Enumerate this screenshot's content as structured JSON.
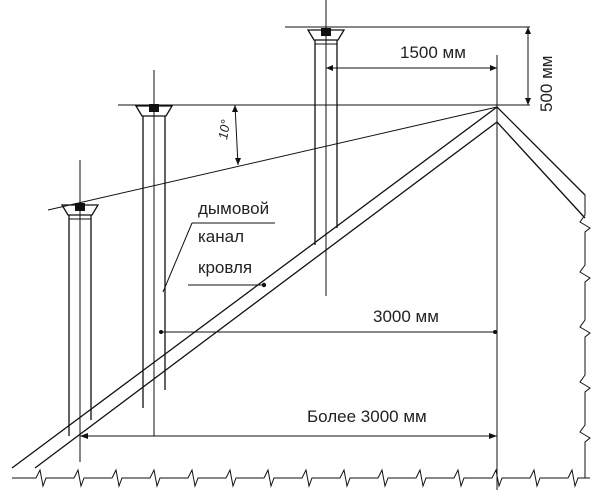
{
  "labels": {
    "dim_1500": "1500 мм",
    "dim_500": "500 мм",
    "angle": "10°",
    "chimney": "дымовой",
    "channel": "канал",
    "roof": "кровля",
    "dim_3000": "3000 мм",
    "dim_more_3000": "Более 3000 мм"
  },
  "colors": {
    "line": "#111111",
    "background": "#ffffff"
  }
}
